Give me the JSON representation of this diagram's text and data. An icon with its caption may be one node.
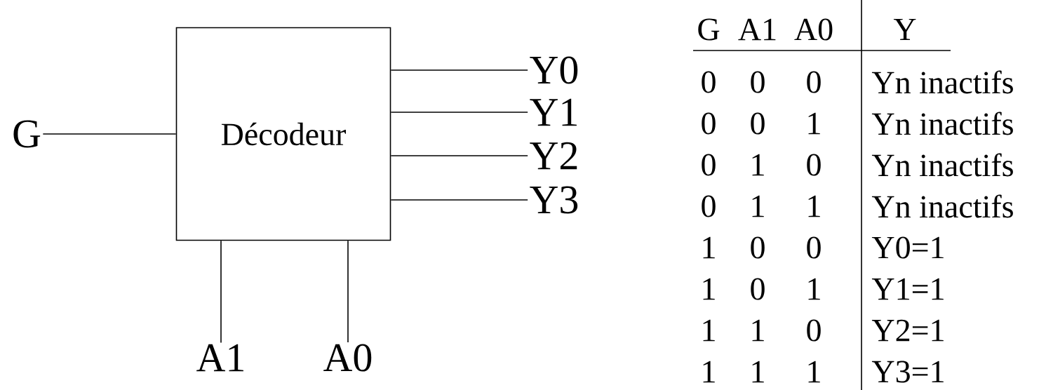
{
  "diagram": {
    "nodes": [
      {
        "text": [
          "Décodeur"
        ]
      },
      {
        "text": [
          "G"
        ]
      },
      {
        "text": [
          "Y0"
        ]
      },
      {
        "text": [
          "Y1"
        ]
      },
      {
        "text": [
          "Y2"
        ]
      },
      {
        "text": [
          "Y3"
        ]
      },
      {
        "text": [
          "A1"
        ]
      },
      {
        "text": [
          "A0"
        ]
      }
    ],
    "edges": [
      {
        "from": 1,
        "to": 0,
        "arrow": "none"
      },
      {
        "from": 0,
        "to": 2,
        "arrow": "none"
      },
      {
        "from": 0,
        "to": 3,
        "arrow": "none"
      },
      {
        "from": 0,
        "to": 4,
        "arrow": "none"
      },
      {
        "from": 0,
        "to": 5,
        "arrow": "none"
      },
      {
        "from": 6,
        "to": 0,
        "arrow": "none"
      },
      {
        "from": 7,
        "to": 0,
        "arrow": "none"
      }
    ],
    "labels": [
      "G",
      "A1",
      "A0",
      "Y",
      "0",
      "0",
      "0",
      "Yn inactifs",
      "0",
      "0",
      "1",
      "Yn inactifs",
      "0",
      "1",
      "0",
      "Yn inactifs",
      "0",
      "1",
      "1",
      "Yn inactifs",
      "1",
      "0",
      "0",
      "Y0=1",
      "1",
      "0",
      "1",
      "Y1=1",
      "1",
      "1",
      "0",
      "Y2=1",
      "1",
      "1",
      "1",
      "Y3=1"
    ]
  }
}
